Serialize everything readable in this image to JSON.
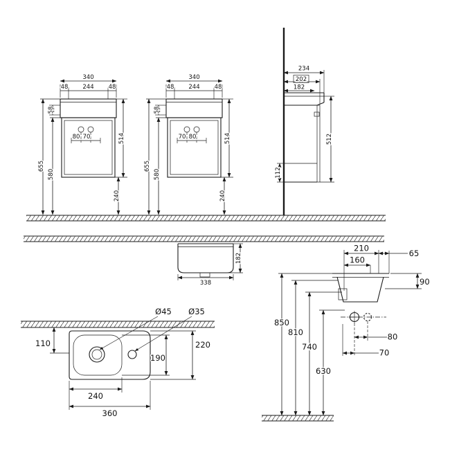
{
  "front_left": {
    "total_width": "340",
    "left_section": "48",
    "center_section": "244",
    "right_section": "48",
    "top_offset": "58",
    "hole_left": "80",
    "hole_right": "70",
    "cabinet_height": "514",
    "overall_height": "655",
    "mid_height": "580",
    "floor_clearance": "240"
  },
  "front_center": {
    "total_width": "340",
    "left_section": "48",
    "center_section": "244",
    "right_section": "48",
    "top_offset": "58",
    "hole_left": "70",
    "hole_right": "80",
    "cabinet_height": "514",
    "overall_height": "655",
    "mid_height": "580",
    "floor_clearance": "240"
  },
  "side_view": {
    "overall_depth": "234",
    "cabinet_depth": "202",
    "inner_depth": "182",
    "height": "512",
    "recess_height": "112"
  },
  "basin_front": {
    "height": "182",
    "width": "338"
  },
  "basin_side": {
    "depth": "210",
    "wall_offset": "65",
    "inner_depth": "160",
    "back_height": "90",
    "height_1": "850",
    "height_2": "810",
    "height_3": "740",
    "height_4": "630",
    "spacing_1": "80",
    "spacing_2": "70"
  },
  "basin_top": {
    "large_hole": "Ø45",
    "small_hole": "Ø35",
    "back_distance": "110",
    "depth": "220",
    "inner_depth": "190",
    "inner_width": "240",
    "width": "360"
  }
}
